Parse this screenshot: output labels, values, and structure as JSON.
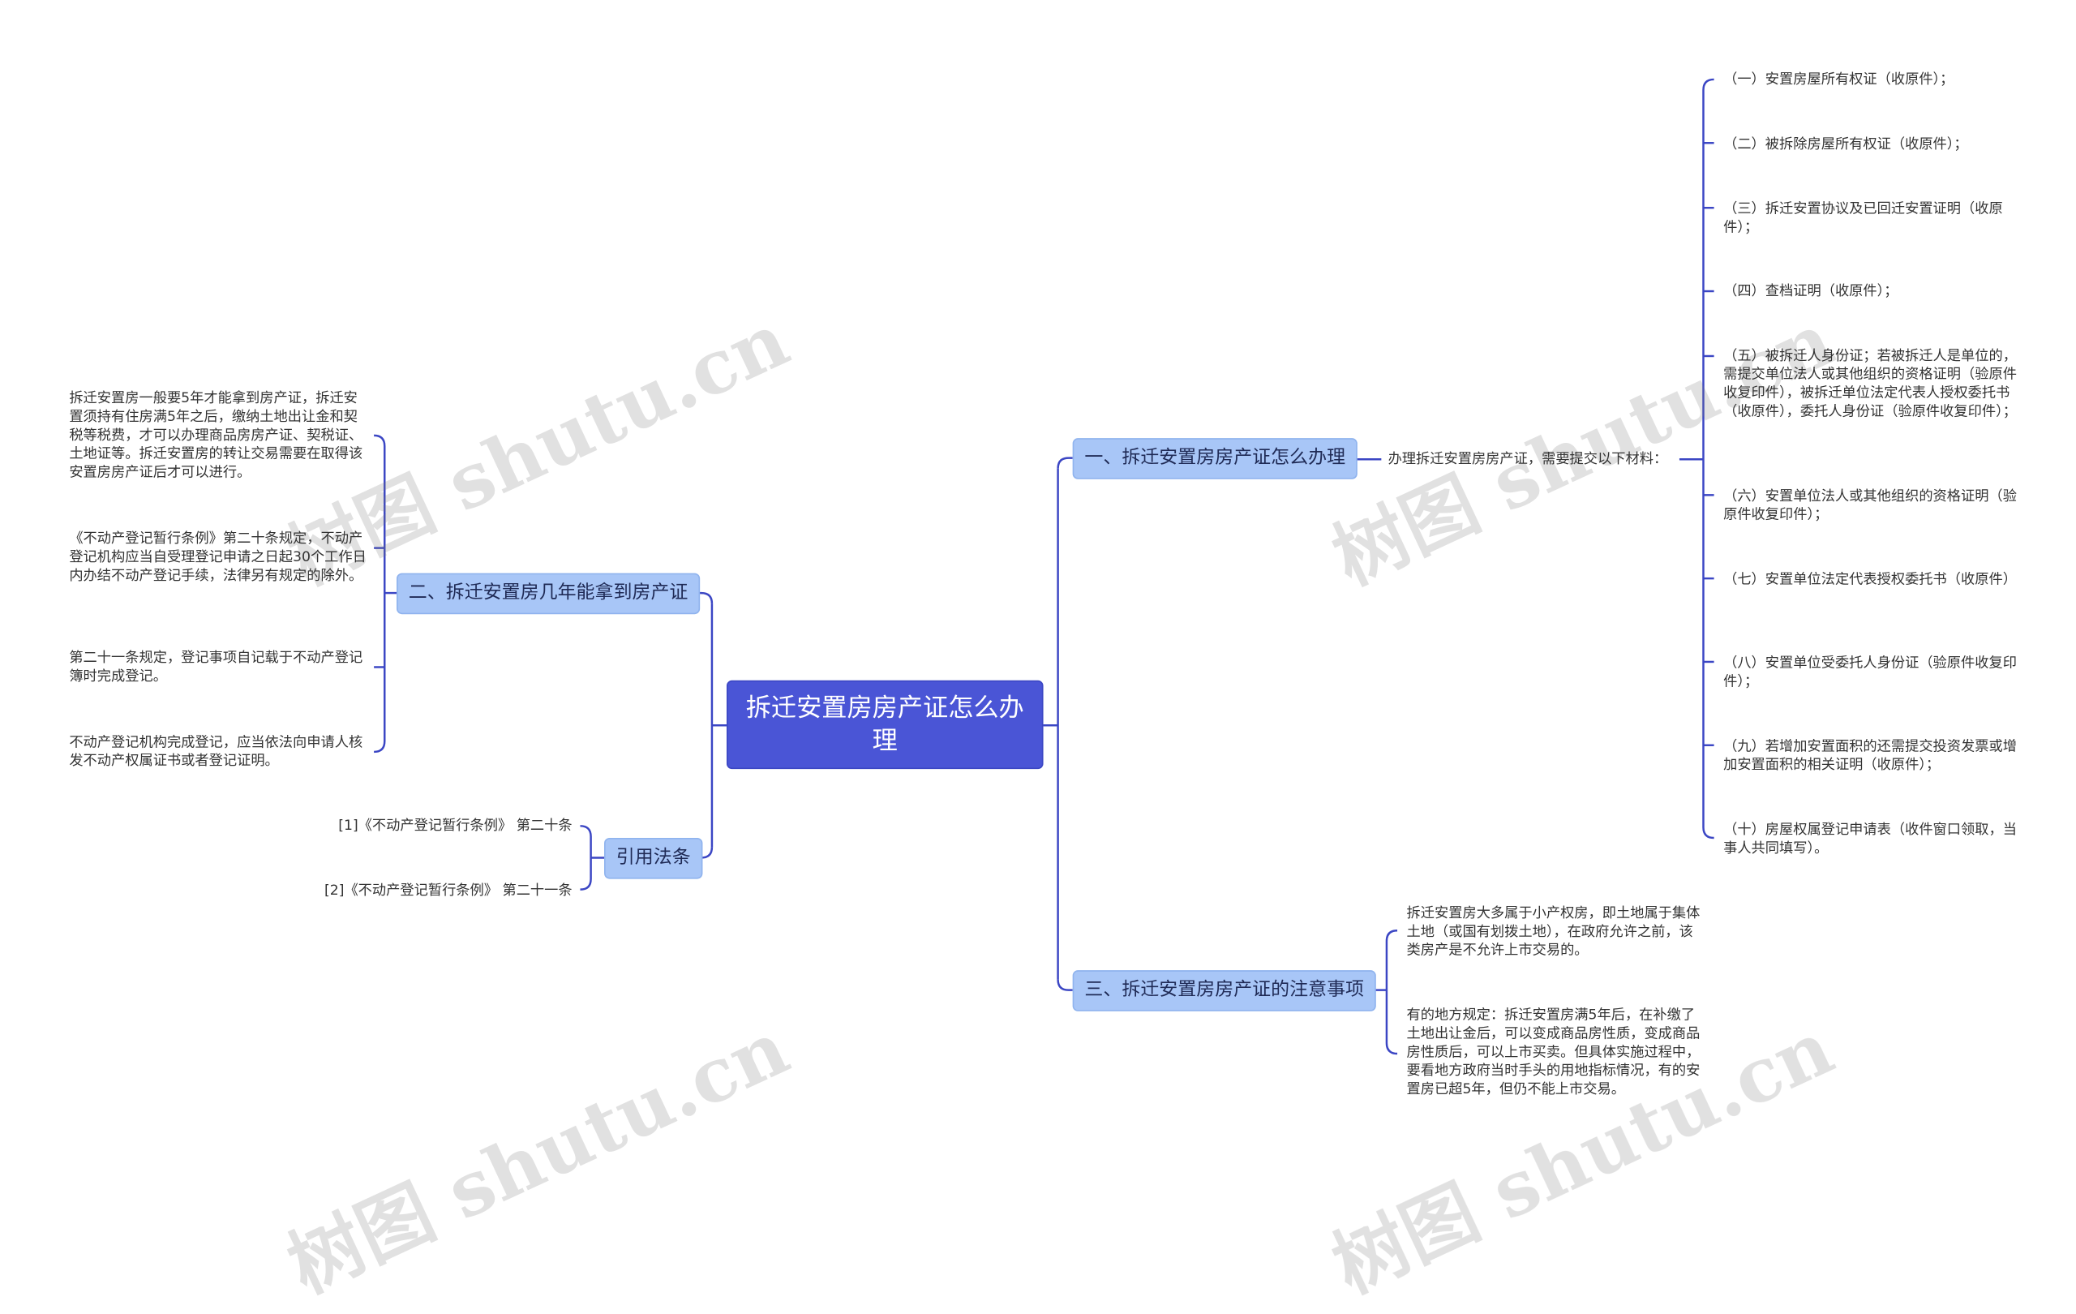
{
  "root": {
    "title": "拆迁安置房房产证怎么办理"
  },
  "branches": {
    "b1": {
      "label": "一、拆迁安置房房产证怎么办理"
    },
    "b2": {
      "label": "二、拆迁安置房几年能拿到房产证"
    },
    "b3": {
      "label": "三、拆迁安置房房产证的注意事项"
    },
    "b4": {
      "label": "引用法条"
    }
  },
  "b1_intro": "办理拆迁安置房房产证，需要提交以下材料：",
  "b1_items": [
    "（一）安置房屋所有权证（收原件）；",
    "（二）被拆除房屋所有权证（收原件）；",
    "（三）拆迁安置协议及已回迁安置证明（收原件）；",
    "（四）查档证明（收原件）；",
    "（五）被拆迁人身份证；若被拆迁人是单位的，需提交单位法人或其他组织的资格证明（验原件收复印件），被拆迁单位法定代表人授权委托书（收原件），委托人身份证（验原件收复印件）；",
    "（六）安置单位法人或其他组织的资格证明（验原件收复印件）；",
    "（七）安置单位法定代表授权委托书（收原件）",
    "（八）安置单位受委托人身份证（验原件收复印件）；",
    "（九）若增加安置面积的还需提交投资发票或增加安置面积的相关证明（收原件）；",
    "（十）房屋权属登记申请表（收件窗口领取，当事人共同填写）。"
  ],
  "b2_items": [
    "拆迁安置房一般要5年才能拿到房产证，拆迁安置须持有住房满5年之后，缴纳土地出让金和契税等税费，才可以办理商品房房产证、契税证、土地证等。拆迁安置房的转让交易需要在取得该安置房房产证后才可以进行。",
    "《不动产登记暂行条例》第二十条规定，不动产登记机构应当自受理登记申请之日起30个工作日内办结不动产登记手续，法律另有规定的除外。",
    "第二十一条规定，登记事项自记载于不动产登记簿时完成登记。",
    "不动产登记机构完成登记，应当依法向申请人核发不动产权属证书或者登记证明。"
  ],
  "b3_items": [
    "拆迁安置房大多属于小产权房，即土地属于集体土地（或国有划拨土地），在政府允许之前，该类房产是不允许上市交易的。",
    "有的地方规定：拆迁安置房满5年后，在补缴了土地出让金后，可以变成商品房性质，变成商品房性质后，可以上市买卖。但具体实施过程中，要看地方政府当时手头的用地指标情况，有的安置房已超5年，但仍不能上市交易。"
  ],
  "b4_items": [
    "[1]《不动产登记暂行条例》 第二十条",
    "[2]《不动产登记暂行条例》 第二十一条"
  ],
  "watermark": "树图 shutu.cn",
  "colors": {
    "root": "#4a55d6",
    "branch": "#a8c6f7",
    "line": "#3b46c4"
  }
}
